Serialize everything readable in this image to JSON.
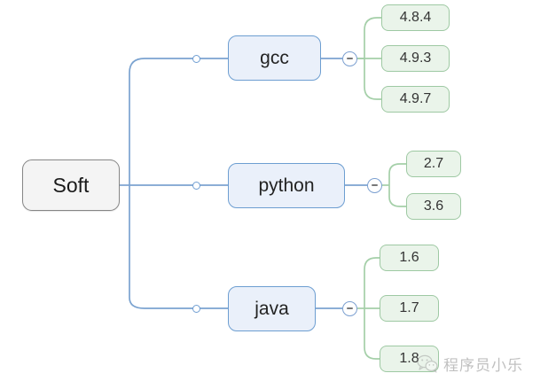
{
  "diagram": {
    "type": "mind-map",
    "title": "Soft",
    "background": "#ffffff",
    "colors": {
      "root_fill": "#f4f4f4",
      "root_border": "#868686",
      "branch_fill": "#eaf0fa",
      "branch_border": "#6d9ed1",
      "leaf_fill": "#eaf4ea",
      "leaf_border": "#9ec9a3",
      "blue_connector": "#7ba3d0",
      "green_connector": "#a4cfa8"
    }
  },
  "root": {
    "label": "Soft"
  },
  "branches": [
    {
      "label": "gcc",
      "toggle": "minus",
      "children": [
        {
          "label": "4.8.4"
        },
        {
          "label": "4.9.3"
        },
        {
          "label": "4.9.7"
        }
      ]
    },
    {
      "label": "python",
      "toggle": "minus",
      "children": [
        {
          "label": "2.7"
        },
        {
          "label": "3.6"
        }
      ]
    },
    {
      "label": "java",
      "toggle": "minus",
      "children": [
        {
          "label": "1.6"
        },
        {
          "label": "1.7"
        },
        {
          "label": "1.8"
        }
      ]
    }
  ],
  "watermark": {
    "text": "程序员小乐",
    "icon": "wechat-icon"
  }
}
